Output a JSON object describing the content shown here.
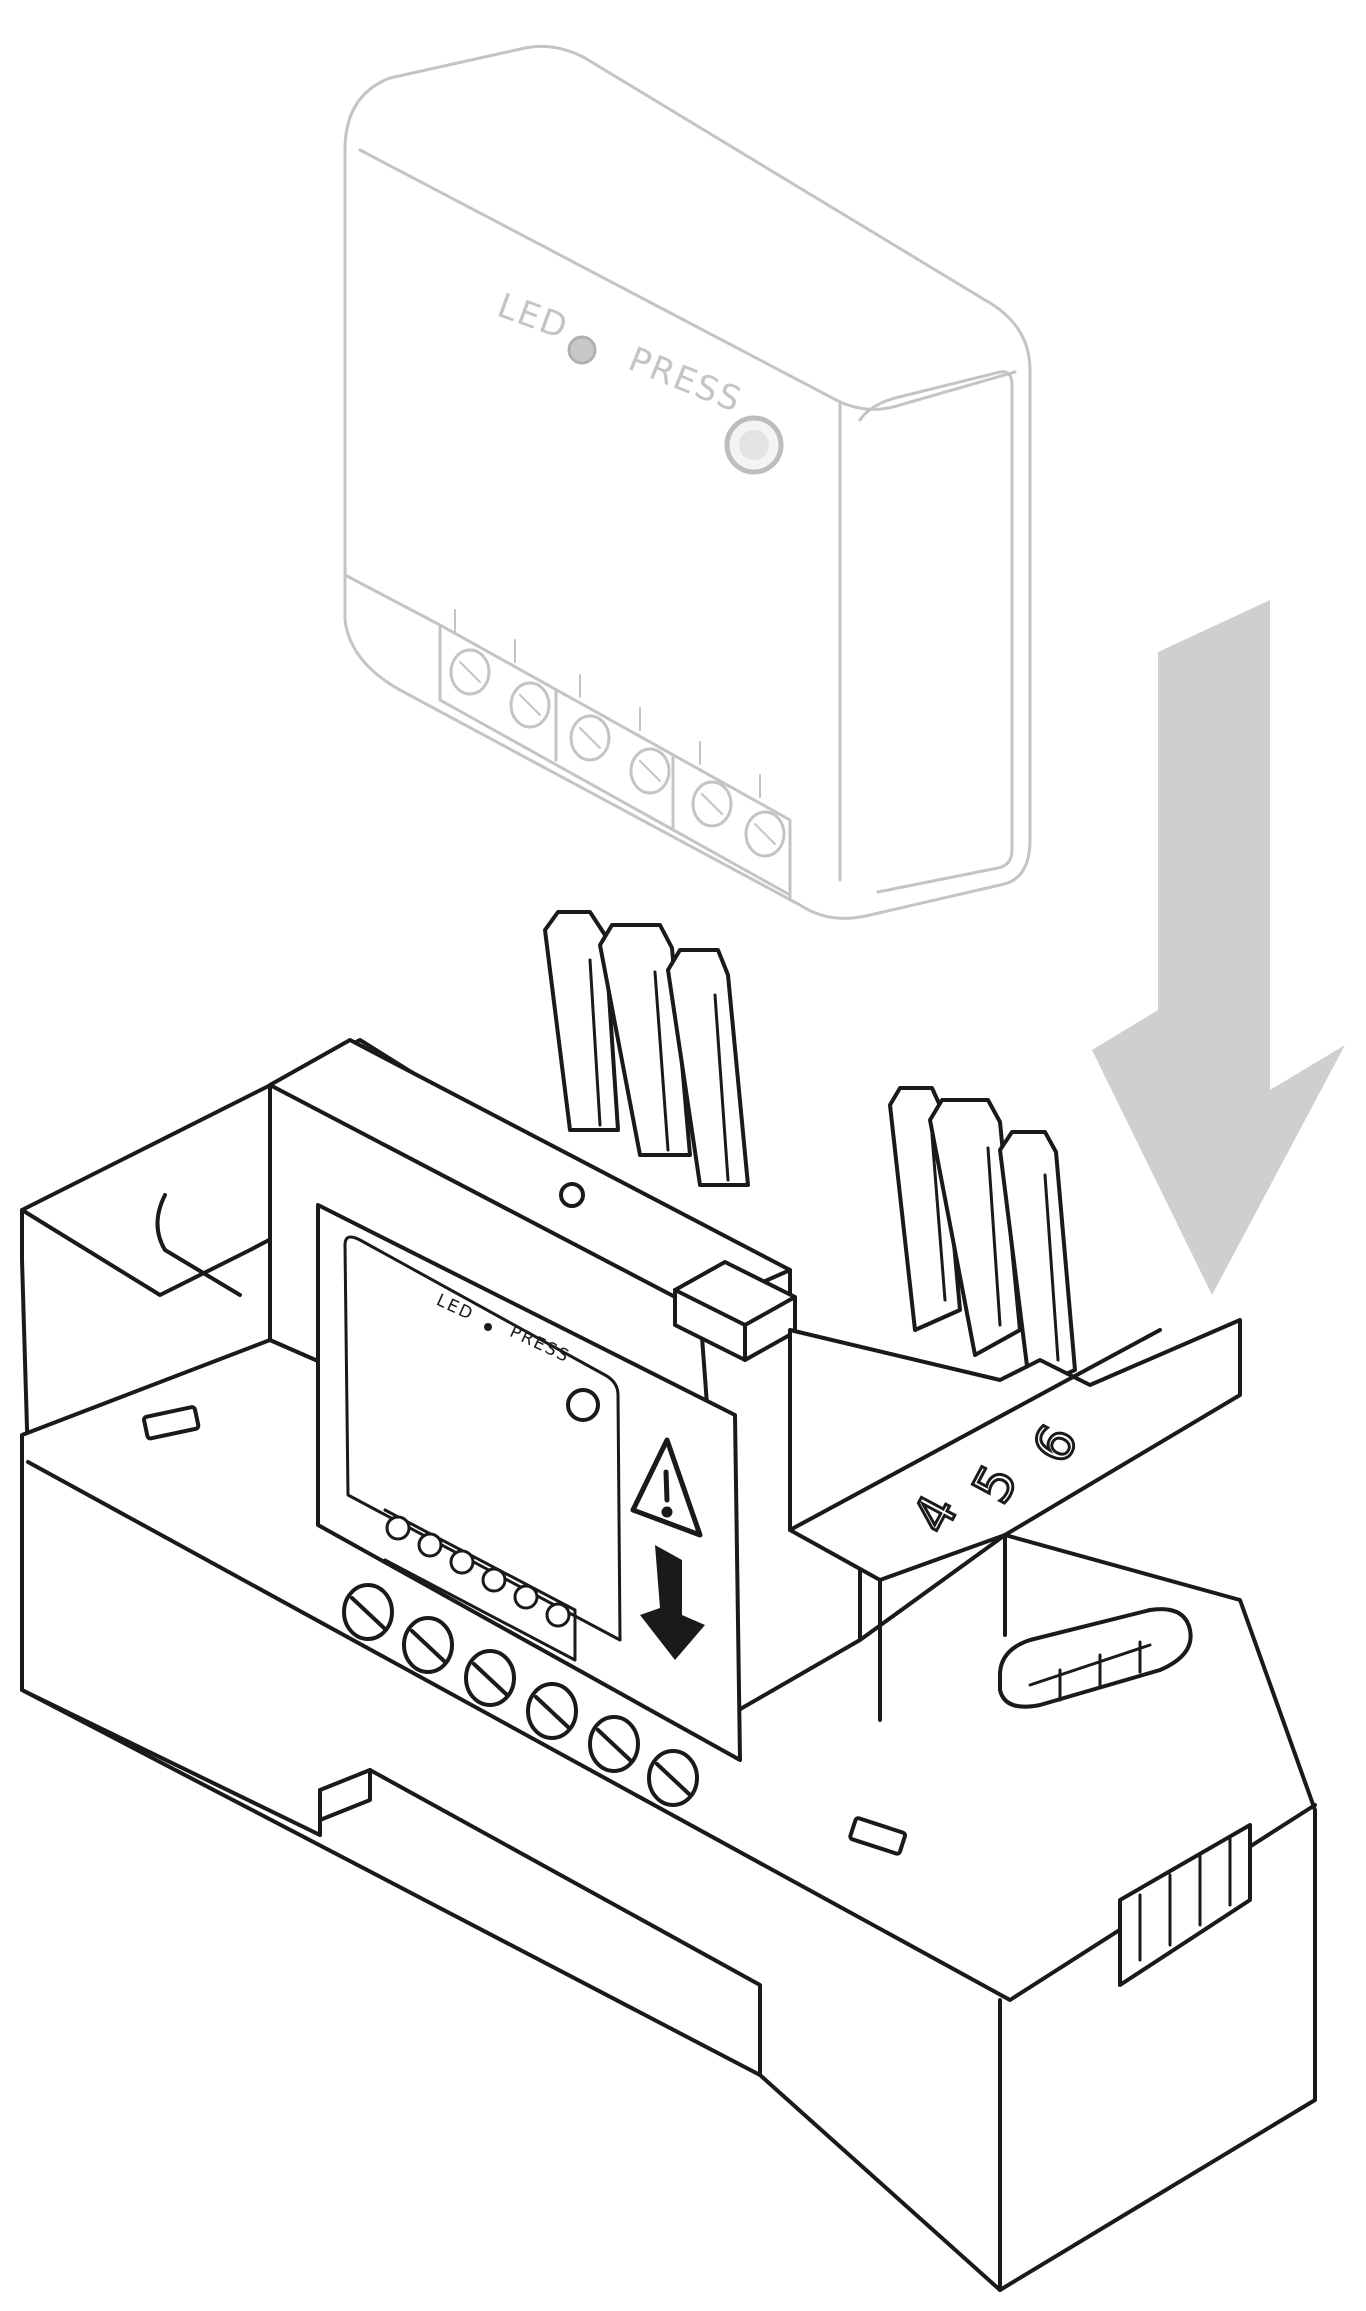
{
  "module": {
    "led_label": "LED",
    "press_label": "PRESS"
  },
  "base": {
    "window_led_label": "LED",
    "window_press_label": "PRESS",
    "terminal_numbers": [
      "4",
      "5",
      "6"
    ]
  },
  "colors": {
    "line": "#1a1a1a",
    "module_line": "#c4c4c4",
    "arrow": "#cfcfcf",
    "background": "#ffffff"
  },
  "icons": {
    "insert_arrow": "down-arrow-icon",
    "warning": "warning-triangle-icon",
    "window_arrow": "down-arrow-icon"
  }
}
